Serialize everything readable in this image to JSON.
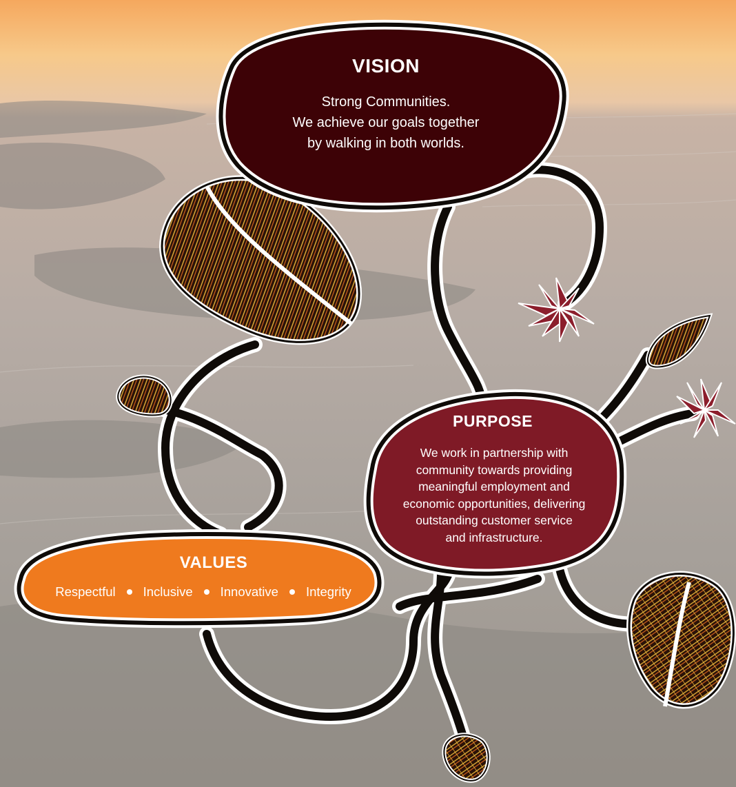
{
  "vision": {
    "title": "VISION",
    "lines": [
      "Strong Communities.",
      "We achieve our goals together",
      "by walking in both worlds."
    ]
  },
  "purpose": {
    "title": "PURPOSE",
    "lines": [
      "We work in partnership with",
      "community towards providing",
      "meaningful employment and",
      "economic opportunities, delivering",
      "outstanding customer service",
      "and infrastructure."
    ]
  },
  "values": {
    "title": "VALUES",
    "items": [
      "Respectful",
      "Inclusive",
      "Innovative",
      "Integrity"
    ]
  },
  "colors": {
    "vision_fill": "#3d0206",
    "purpose_fill": "#7f1a26",
    "values_fill": "#ef7a1e",
    "outline": "#0f0b08",
    "flower": "#8c1e2c",
    "seed_dark": "#2a1208",
    "seed_gold": "#e9b43a",
    "seed_orange": "#d1621e"
  },
  "background": {
    "description_icon": "sunset-ocean-rocks"
  }
}
